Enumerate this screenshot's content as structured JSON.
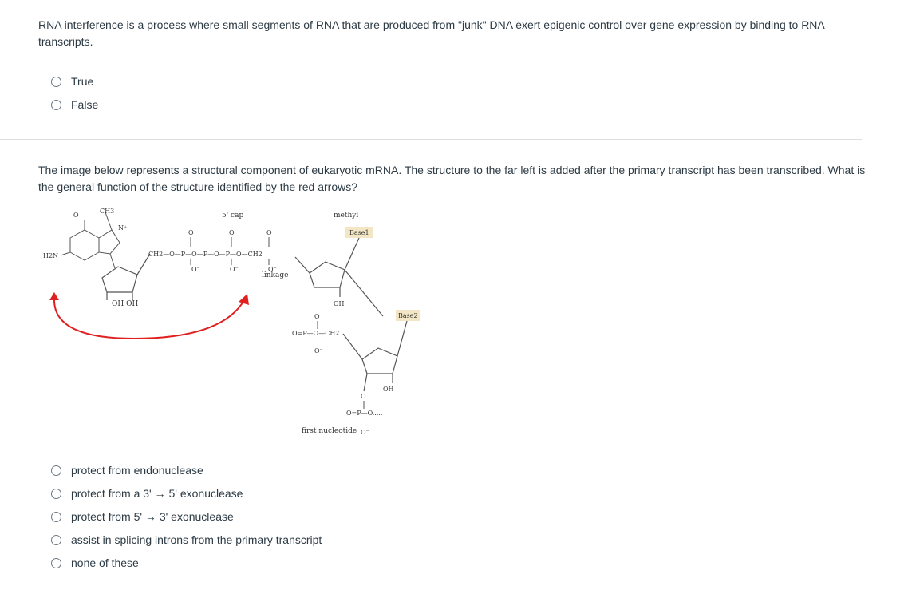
{
  "question1": {
    "text": "RNA interference is a process where small segments of RNA that are produced from \"junk\" DNA exert epigenic control over gene expression by binding to RNA transcripts.",
    "answers": [
      "True",
      "False"
    ]
  },
  "question2": {
    "text": "The image below represents a structural component of eukaryotic mRNA. The structure to the far left is added after the primary transcript has been transcribed. What is the general function of the structure identified by the red arrows?",
    "figure": {
      "labels": {
        "ch3": "CH3",
        "h2n": "H2N",
        "base1": "Base1",
        "base2": "Base2",
        "oh_oh": "OH OH",
        "oh1": "OH",
        "oh2": "OH",
        "phosphate_chain": "CH2—O—P—O—P—O—P—O—CH2",
        "link_phosphate": "O=P—O—CH2",
        "end_phosphate": "O=P—O....."
      },
      "arrow_color": "#e02020"
    },
    "answers": [
      "protect from endonuclease",
      "protect from a 3' → 5' exonuclease",
      "protect from 5' → 3' exonuclease",
      "assist in splicing introns from the primary transcript",
      "none of these"
    ]
  }
}
